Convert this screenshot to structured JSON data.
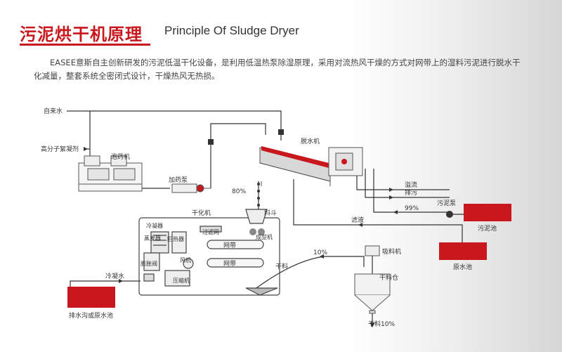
{
  "header": {
    "title_cn": "污泥烘干机原理",
    "title_en": "Principle Of Sludge Dryer"
  },
  "description": "EASEE意斯自主创新研发的污泥低温干化设备，是利用低温热泵除湿原理，采用对流热风干燥的方式对网带上的湿料污泥进行脱水干化减量，整套系统全密闭式设计，干燥热风无热损。",
  "labels": {
    "tap_water": "自来水",
    "polymer_flocculant": "高分子絮凝剂",
    "dosing_machine": "泡药机",
    "dosing_pump": "加药泵",
    "dewatering_machine": "脱水机",
    "moisture_80": "80%",
    "overflow": "溢流",
    "discharge": "排污",
    "moisture_99": "99%",
    "sludge_pump": "污泥泵",
    "sludge_tank": "污泥池",
    "filtrate": "滤液",
    "raw_water_tank": "原水池",
    "dryer": "干化机",
    "feed_hopper": "料斗",
    "condenser": "冷凝器",
    "filter_net": "过滤网",
    "forming_machine": "成型机",
    "evaporator": "蒸发器",
    "reheater": "回热器",
    "mesh_belt_1": "网带",
    "mesh_belt_2": "网带",
    "expansion_valve": "膨胀阀",
    "compressor": "压缩机",
    "fan": "风机",
    "condensed_water": "冷凝水",
    "drain_tank": "排水沟或原水池",
    "moisture_10": "10%",
    "dry_material": "干料",
    "suction_machine": "吸料机",
    "dry_silo": "干料仓",
    "dry_material_10": "干料10%"
  },
  "colors": {
    "accent": "#c8171d",
    "line": "#333333",
    "tank": "#c8171d"
  }
}
